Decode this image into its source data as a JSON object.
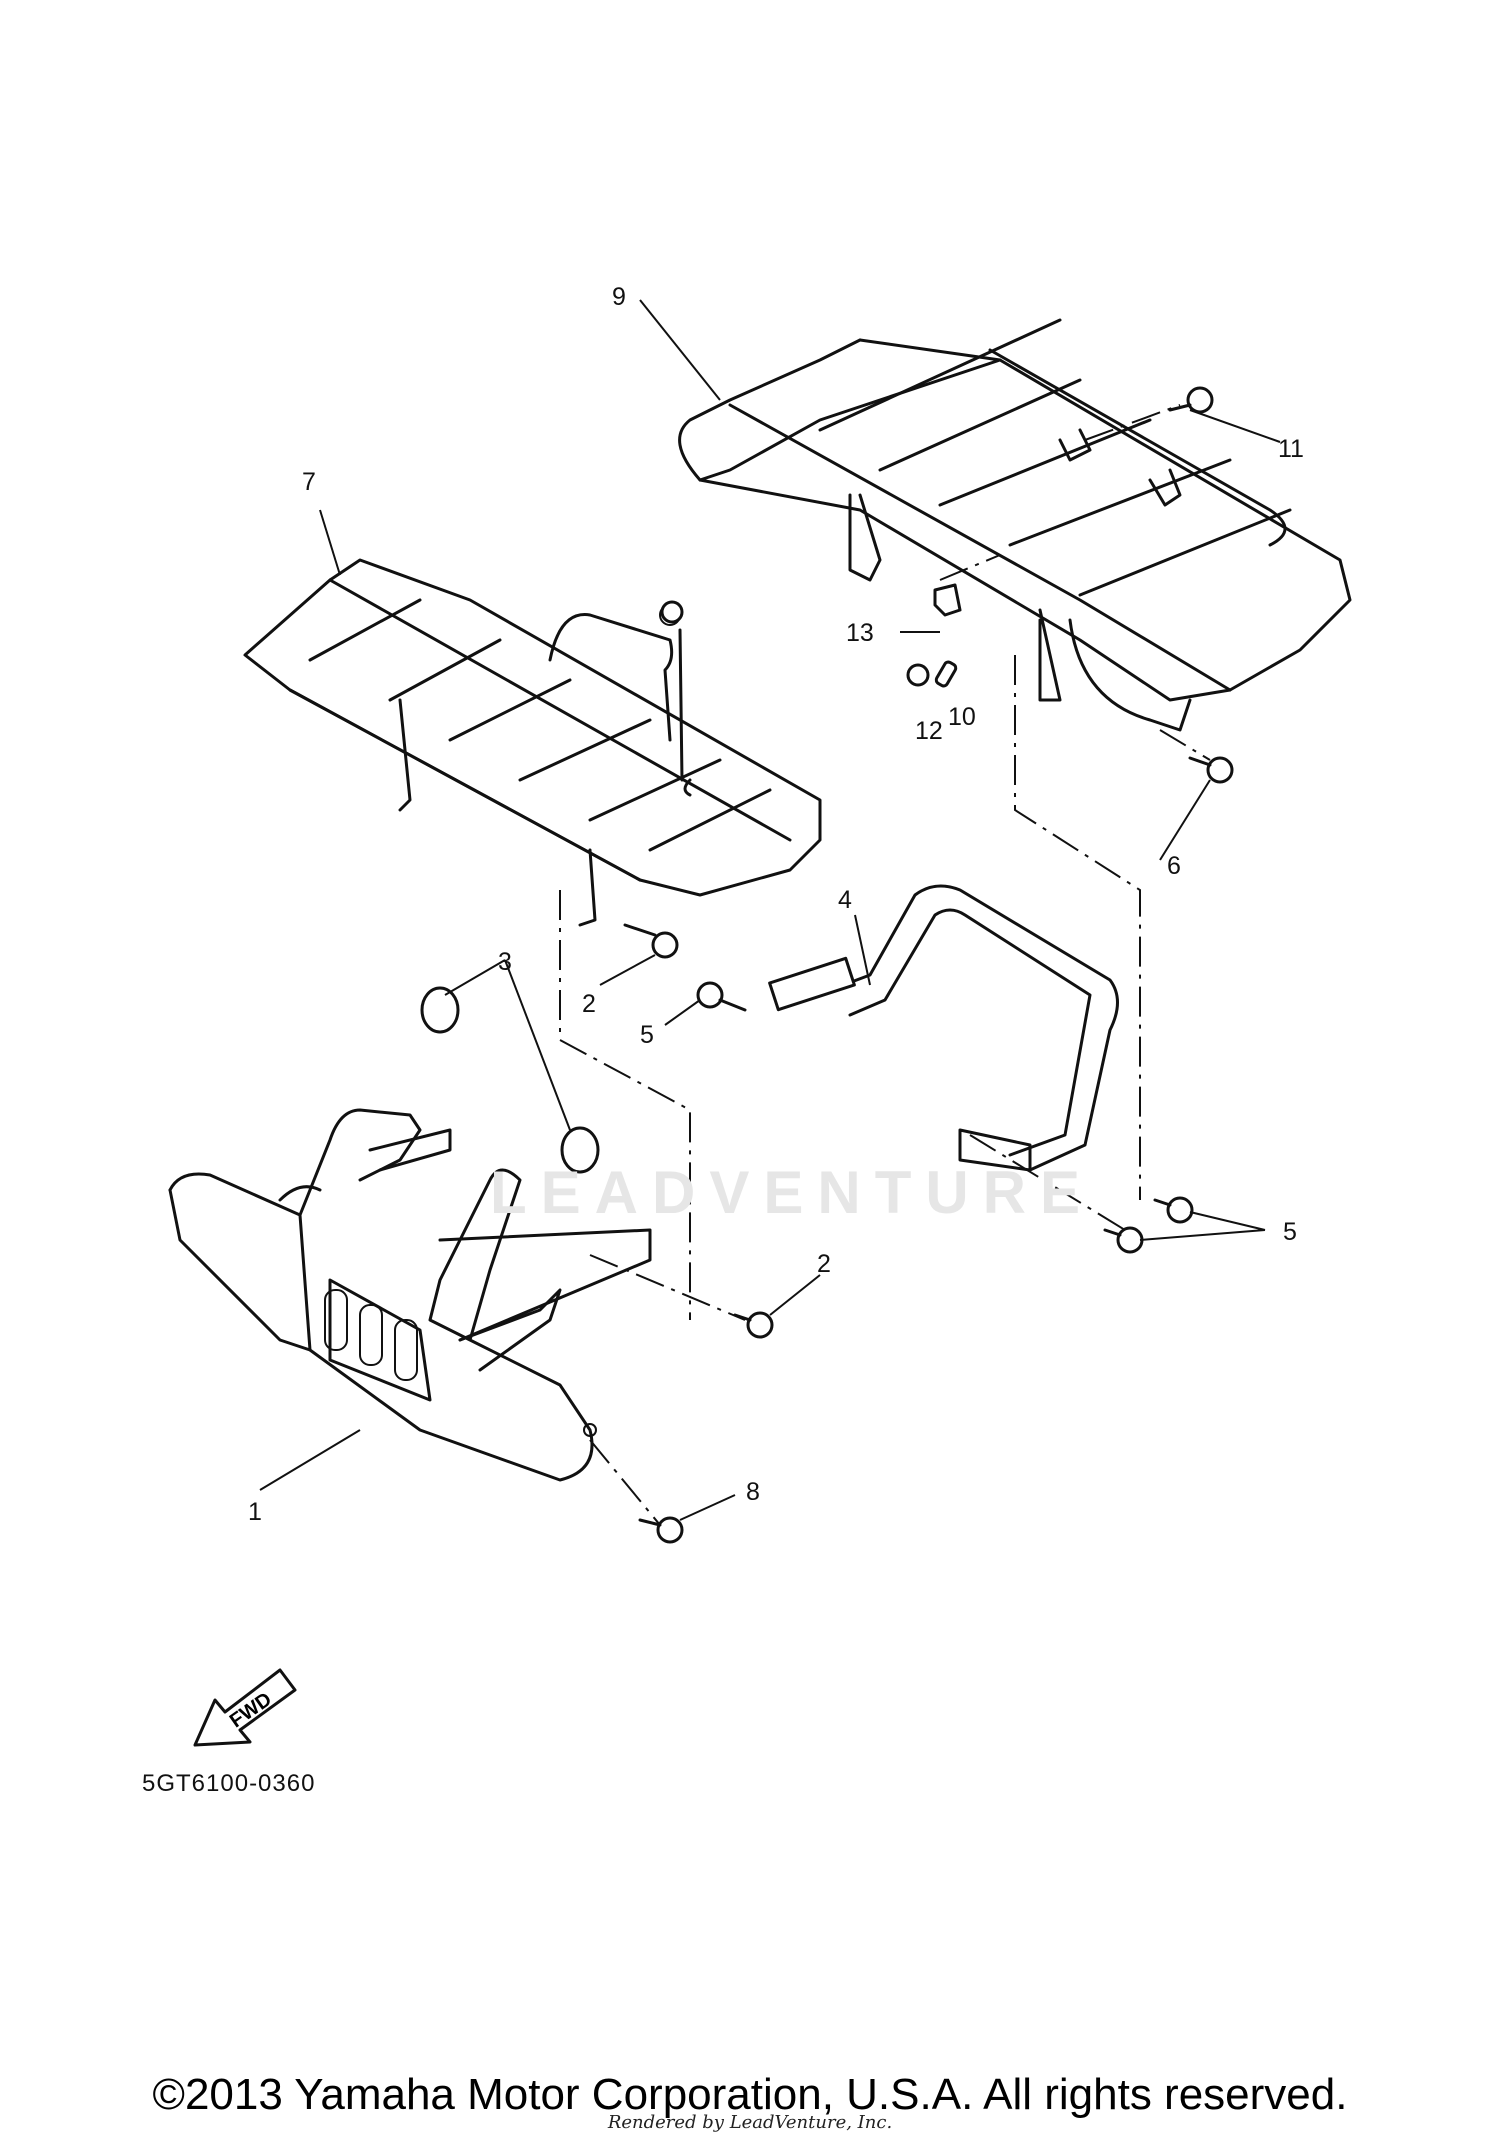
{
  "callouts": [
    {
      "id": "c1",
      "label": "1"
    },
    {
      "id": "c2a",
      "label": "2"
    },
    {
      "id": "c2b",
      "label": "2"
    },
    {
      "id": "c3",
      "label": "3"
    },
    {
      "id": "c4",
      "label": "4"
    },
    {
      "id": "c5a",
      "label": "5"
    },
    {
      "id": "c5b",
      "label": "5"
    },
    {
      "id": "c6",
      "label": "6"
    },
    {
      "id": "c7",
      "label": "7"
    },
    {
      "id": "c8",
      "label": "8"
    },
    {
      "id": "c9",
      "label": "9"
    },
    {
      "id": "c10",
      "label": "10"
    },
    {
      "id": "c11",
      "label": "11"
    },
    {
      "id": "c12",
      "label": "12"
    },
    {
      "id": "c13",
      "label": "13"
    }
  ],
  "fwd_label": "FWD",
  "diagram_code": "5GT6100-0360",
  "watermark_text": "LEADVENTURE",
  "copyright": "©2013 Yamaha Motor Corporation, U.S.A. All rights reserved.",
  "rendered_by": "Rendered by LeadVenture, Inc."
}
